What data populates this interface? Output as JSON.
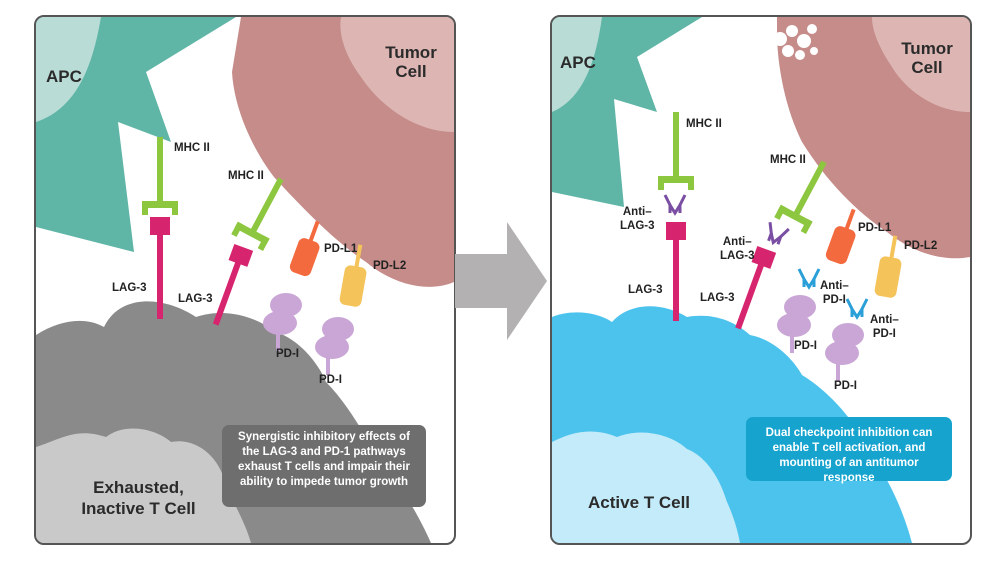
{
  "left_panel": {
    "apc_label": "APC",
    "tumor_label_line1": "Tumor",
    "tumor_label_line2": "Cell",
    "mhc1_label": "MHC II",
    "mhc2_label": "MHC II",
    "lag3_label_a": "LAG-3",
    "lag3_label_b": "LAG-3",
    "pdl1_label": "PD-L1",
    "pdl2_label": "PD-L2",
    "pd1_label_a": "PD-I",
    "pd1_label_b": "PD-I",
    "tcell_line1": "Exhausted,",
    "tcell_line2": "Inactive T Cell",
    "caption_lines": [
      "Synergistic inhibitory effects of",
      "the LAG-3 and PD-1 pathways",
      "exhaust T cells and impair their",
      "ability to impede tumor growth"
    ]
  },
  "right_panel": {
    "apc_label": "APC",
    "tumor_label_line1": "Tumor",
    "tumor_label_line2": "Cell",
    "mhc1_label": "MHC II",
    "mhc2_label": "MHC II",
    "anti_lag3_a_line1": "Anti–",
    "anti_lag3_a_line2": "LAG-3",
    "anti_lag3_b_line1": "Anti–",
    "anti_lag3_b_line2": "LAG-3",
    "lag3_label_a": "LAG-3",
    "lag3_label_b": "LAG-3",
    "pdl1_label": "PD-L1",
    "pdl2_label": "PD-L2",
    "anti_pd1_a_line1": "Anti–",
    "anti_pd1_a_line2": "PD-I",
    "anti_pd1_b_line1": "Anti–",
    "anti_pd1_b_line2": "PD-I",
    "pd1_label_a": "PD-I",
    "pd1_label_b": "PD-I",
    "tcell_label": "Active T Cell",
    "caption_lines": [
      "Dual checkpoint inhibition can",
      "enable T cell activation, and",
      "mounting of an antitumor response"
    ]
  },
  "colors": {
    "apc_teal": "#5fb5a6",
    "apc_light": "#b9ddd6",
    "tumor_rose": "#c58c89",
    "tumor_light": "#ddb6b3",
    "tcell_exhausted": "#8a8a8a",
    "tcell_exhausted_light": "#c9c9c9",
    "tcell_active": "#4cc3ec",
    "tcell_active_light": "#c3ebf9",
    "mhc_green": "#8dc63f",
    "lag3_magenta": "#d6246e",
    "pdl1_orange": "#f26a3d",
    "pdl2_yellow": "#f4c35a",
    "pd1_lavender": "#c9a6d6",
    "anti_lag3_purple": "#7a4fa3",
    "anti_pd1_blue": "#2a9fd8",
    "caption_gray": "#6e6e6e",
    "caption_blue": "#16a4cf",
    "arrow_gray": "#b3b1b2"
  }
}
